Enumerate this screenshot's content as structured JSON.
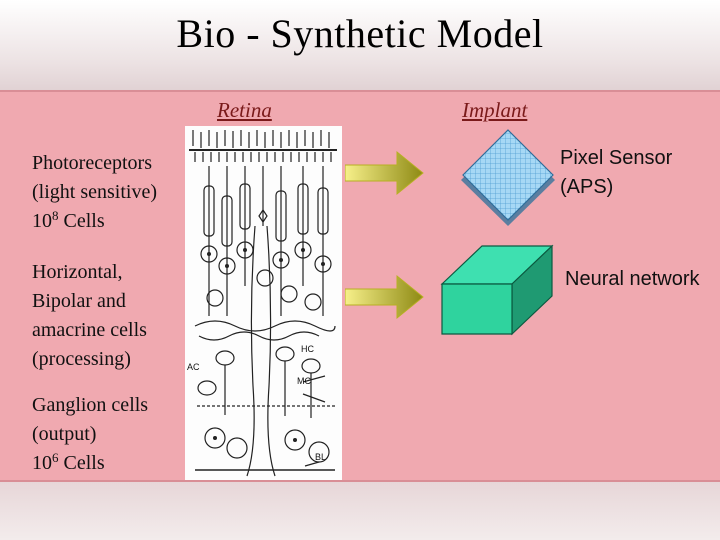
{
  "title": "Bio - Synthetic Model",
  "columns": {
    "retina": "Retina",
    "implant": "Implant"
  },
  "retina_layers": {
    "photoreceptors": {
      "line1": "Photoreceptors",
      "line2": "(light sensitive)",
      "count_base": "10",
      "count_exp": "8",
      "count_unit": " Cells"
    },
    "processing": {
      "line1": "Horizontal,",
      "line2": "Bipolar and",
      "line3": "amacrine cells",
      "line4": "(processing)"
    },
    "ganglion": {
      "line1": "Ganglion cells",
      "line2": "(output)",
      "count_base": "10",
      "count_exp": "6",
      "count_unit": " Cells"
    }
  },
  "figure_labels": {
    "ac": "AC",
    "hc": "HC",
    "mc": "MC",
    "bl": "BL"
  },
  "implant_parts": {
    "sensor": {
      "line1": "Pixel Sensor",
      "line2": "(APS)"
    },
    "network": {
      "line1": "Neural network"
    }
  },
  "colors": {
    "content_background": "#f0a9b0",
    "heading_text": "#7a1a1a",
    "sensor_fill": "#a6d8f5",
    "network_fill": "#2fd39e",
    "arrow_start": "#f7f08a",
    "arrow_end": "#8e8a14"
  }
}
